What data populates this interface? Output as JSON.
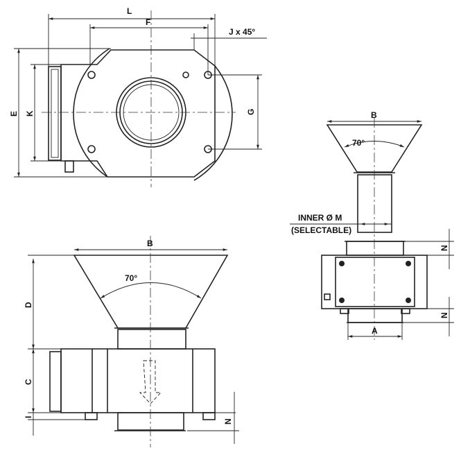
{
  "top_view": {
    "L": "L",
    "F": "F",
    "J": "J x 45°",
    "E": "E",
    "K": "K",
    "G": "G"
  },
  "side_view": {
    "B": "B",
    "angle": "70°",
    "D": "D",
    "C": "C",
    "I": "I",
    "N": "N"
  },
  "end_view": {
    "B": "B",
    "angle": "70°",
    "inner_m": "INNER Ø M",
    "selectable": "(SELECTABLE)",
    "N_top": "N",
    "N_bottom": "N",
    "A": "A"
  }
}
